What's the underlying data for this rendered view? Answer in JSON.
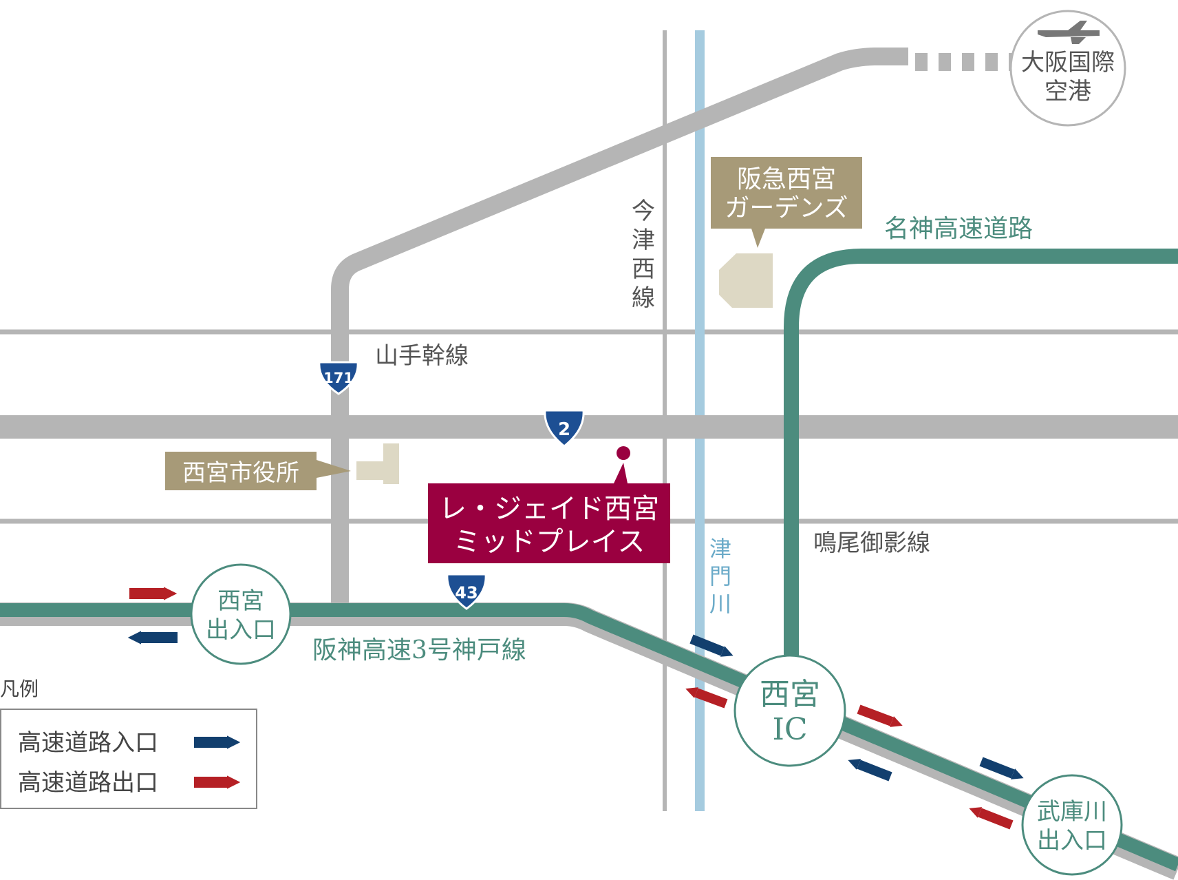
{
  "airport": {
    "line1": "大阪国際",
    "line2": "空港",
    "icon": "airplane-icon"
  },
  "landmarks": {
    "gardens": {
      "line1": "阪急西宮",
      "line2": "ガーデンズ"
    },
    "city_hall": {
      "label": "西宮市役所"
    },
    "property": {
      "line1": "レ・ジェイド西宮",
      "line2": "ミッドプレイス"
    }
  },
  "roads": {
    "imazu_nishi": [
      "今",
      "津",
      "西",
      "線"
    ],
    "yamate": "山手幹線",
    "meishin": "名神高速道路",
    "naruo": "鳴尾御影線",
    "hanshin3": "阪神高速3号神戸線",
    "tsumon_river": [
      "津",
      "門",
      "川"
    ]
  },
  "route_shields": {
    "r171": "171",
    "r2": "2",
    "r43": "43"
  },
  "interchanges": {
    "nishinomiya": {
      "line1": "西宮",
      "line2": "出入口"
    },
    "nishinomiya_ic": {
      "line1": "西宮",
      "line2": "IC"
    },
    "mukogawa": {
      "line1": "武庫川",
      "line2": "出入口"
    }
  },
  "legend": {
    "title": "凡例",
    "entrance": "高速道路入口",
    "exit": "高速道路出口"
  },
  "colors": {
    "expressway": "#4c8c7e",
    "road": "#b5b5b5",
    "river": "#a5cbdf",
    "landmark_box": "#a79a78",
    "building": "#ddd8c4",
    "property": "#9a0040",
    "entrance_arrow": "#123f6e",
    "exit_arrow": "#b52025",
    "shield": "#1d4f93",
    "gray_text": "#555555"
  }
}
